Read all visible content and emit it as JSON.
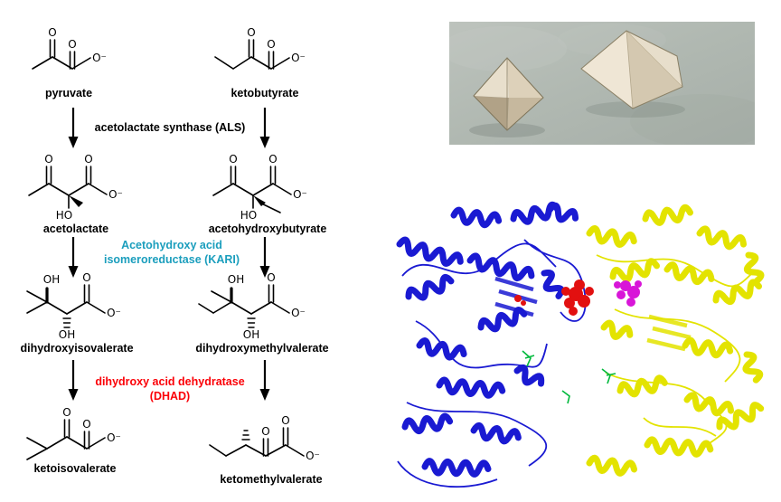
{
  "molecule_labels": {
    "pyruvate": "pyruvate",
    "ketobutyrate": "ketobutyrate",
    "acetolactate": "acetolactate",
    "acetohydroxybutyrate": "acetohydroxybutyrate",
    "dihydroxyisovalerate": "dihydroxyisovalerate",
    "dihydroxymethylvalerate": "dihydroxymethylvalerate",
    "ketoisovalerate": "ketoisovalerate",
    "ketomethylvalerate": "ketomethylvalerate"
  },
  "enzyme_labels": {
    "als": "acetolactate synthase (ALS)",
    "kari_line1": "Acetohydroxy acid",
    "kari_line2": "isomeroreductase (KARI)",
    "dhad_line1": "dihydroxy acid dehydratase",
    "dhad_line2": "(DHAD)"
  },
  "atom_labels": {
    "o": "O",
    "o_minus": "O⁻",
    "oh": "OH",
    "ho": "HO"
  },
  "colors": {
    "enzyme_als": "#000000",
    "enzyme_kari": "#1b9ebd",
    "enzyme_dhad": "#fb0007",
    "protein_blue": "#1a1ad2",
    "protein_yellow": "#e3e300",
    "ligand_red": "#e21010",
    "ligand_magenta": "#d816d8",
    "ligand_green": "#00b93c"
  }
}
